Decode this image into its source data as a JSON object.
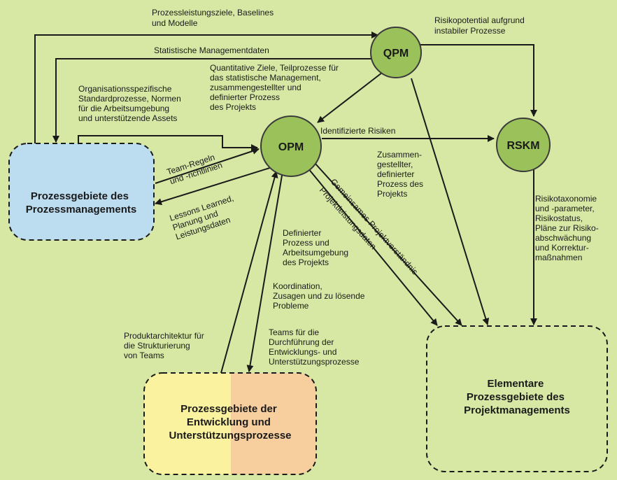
{
  "colors": {
    "background": "#d6e8a4",
    "circle_fill": "#9bc25a",
    "circle_stroke": "#3a3a3a",
    "box_blue": "#bcdcf0",
    "box_yellow": "#fbf2a0",
    "box_peach": "#f7cf9e",
    "box_green": "#d6e8a4",
    "stroke": "#1a1a1a"
  },
  "nodes": {
    "qpm": "QPM",
    "opm": "OPM",
    "rskm": "RSKM",
    "pm_box": [
      "Prozessgebiete des",
      "Prozessmanagements"
    ],
    "dev_box": [
      "Prozessgebiete der",
      "Entwicklung und",
      "Unterstützungsprozesse"
    ],
    "proj_box": [
      "Elementare",
      "Prozessgebiete des",
      "Projektmanagements"
    ]
  },
  "labels": {
    "prozessleistungsziele": [
      "Prozessleistungsziele, Baselines",
      "und Modelle"
    ],
    "risikopotential": [
      "Risikopotential aufgrund",
      "instabiler Prozesse"
    ],
    "statistische": [
      "Statistische Managementdaten"
    ],
    "quantitative": [
      "Quantitative Ziele, Teilprozesse für",
      "das statistische Management,",
      "zusammengestellter und",
      "definierter Prozess",
      "des Projekts"
    ],
    "organisationsspezifische": [
      "Organisationsspezifische",
      "Standardprozesse, Normen",
      "für die Arbeitsumgebung",
      "und unterstützende Assets"
    ],
    "identifizierte": [
      "Identifizierte Risiken"
    ],
    "zusammengestellter": [
      "Zusammen-",
      "gestellter,",
      "definierter",
      "Prozess des",
      "Projekts"
    ],
    "team_regeln": [
      "Team-Regeln",
      "und -richtlinien"
    ],
    "lessons": [
      "Lessons Learned,",
      "Planung und",
      "Leistungsdaten"
    ],
    "gemeinsames": [
      "Gemeinsames Projektverständnis"
    ],
    "projektleistungsdaten": [
      "Projektleistungsdaten"
    ],
    "definierter": [
      "Definierter",
      "Prozess und",
      "Arbeitsumgebung",
      "des Projekts"
    ],
    "koordination": [
      "Koordination,",
      "Zusagen und zu lösende",
      "Probleme"
    ],
    "teams": [
      "Teams für die",
      "Durchführung der",
      "Entwicklungs- und",
      "Unterstützungsprozesse"
    ],
    "produktarchitektur": [
      "Produktarchitektur für",
      "die Strukturierung",
      "von Teams"
    ],
    "risikotaxonomie": [
      "Risikotaxonomie",
      "und -parameter,",
      "Risikostatus,",
      "Pläne zur Risiko-",
      "abschwächung",
      "und Korrektur-",
      "maßnahmen"
    ]
  }
}
